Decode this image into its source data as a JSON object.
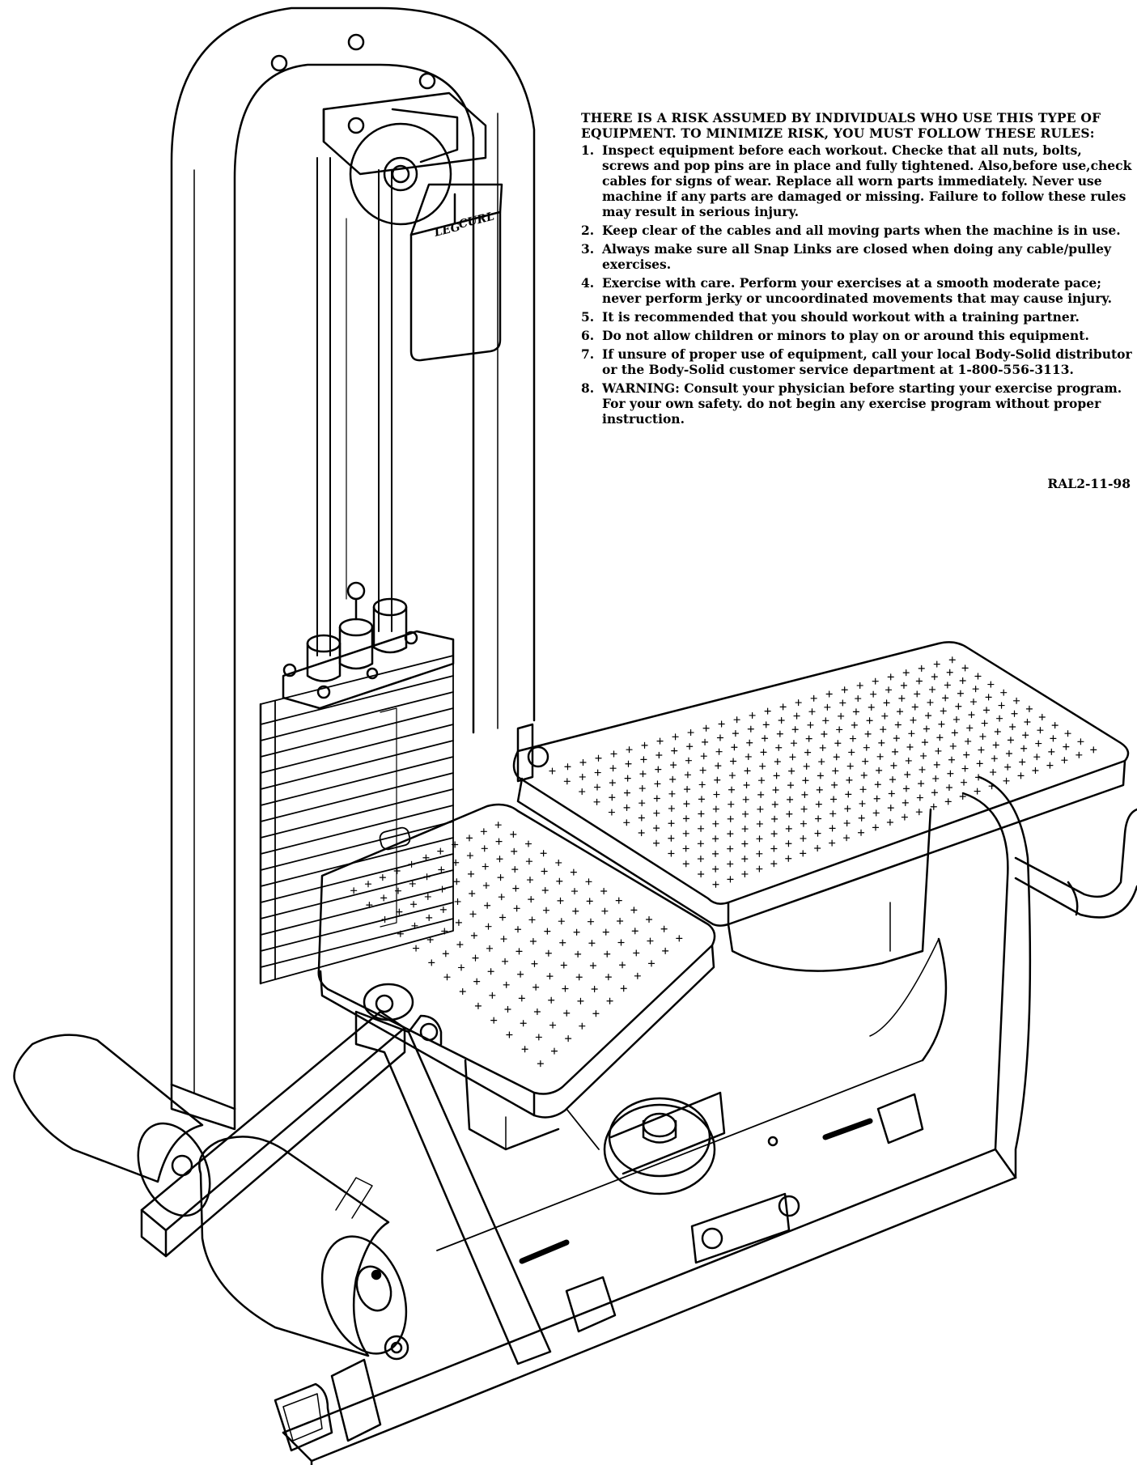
{
  "warning": {
    "intro": "THERE IS A RISK ASSUMED BY INDIVIDUALS WHO USE THIS TYPE OF EQUIPMENT. TO MINIMIZE RISK, YOU MUST FOLLOW THESE RULES:",
    "rules": [
      {
        "num": "1.",
        "text": "Inspect equipment before each workout. Checke that all nuts, bolts, screws and pop pins are in place and fully tightened. Also,before use,check cables for signs of wear. Replace all worn parts immediately. Never use machine if any parts are damaged or missing. Failure to follow these rules may result in serious injury."
      },
      {
        "num": "2.",
        "text": "Keep clear of the cables and all moving parts when the machine is in use."
      },
      {
        "num": "3.",
        "text": "Always make sure all Snap Links are closed when doing any cable/pulley exercises."
      },
      {
        "num": "4.",
        "text": "Exercise with care. Perform your exercises at a smooth moderate pace; never perform jerky or uncoordinated movements that may cause injury."
      },
      {
        "num": "5.",
        "text": "It is recommended that you should workout with a training partner."
      },
      {
        "num": "6.",
        "text": "Do not allow children or minors to play on or around this equipment."
      },
      {
        "num": "7.",
        "text": "If unsure of proper use of equipment, call your local Body-Solid distributor or the Body-Solid customer service department at 1-800-556-3113."
      },
      {
        "num": "8.",
        "text": "WARNING: Consult your physician before starting your exercise program. For your own safety. do not begin any exercise program without proper instruction."
      }
    ],
    "doc_code": "RAL2-11-98"
  },
  "placard": {
    "word1": "LEG",
    "word2": "CURL"
  }
}
